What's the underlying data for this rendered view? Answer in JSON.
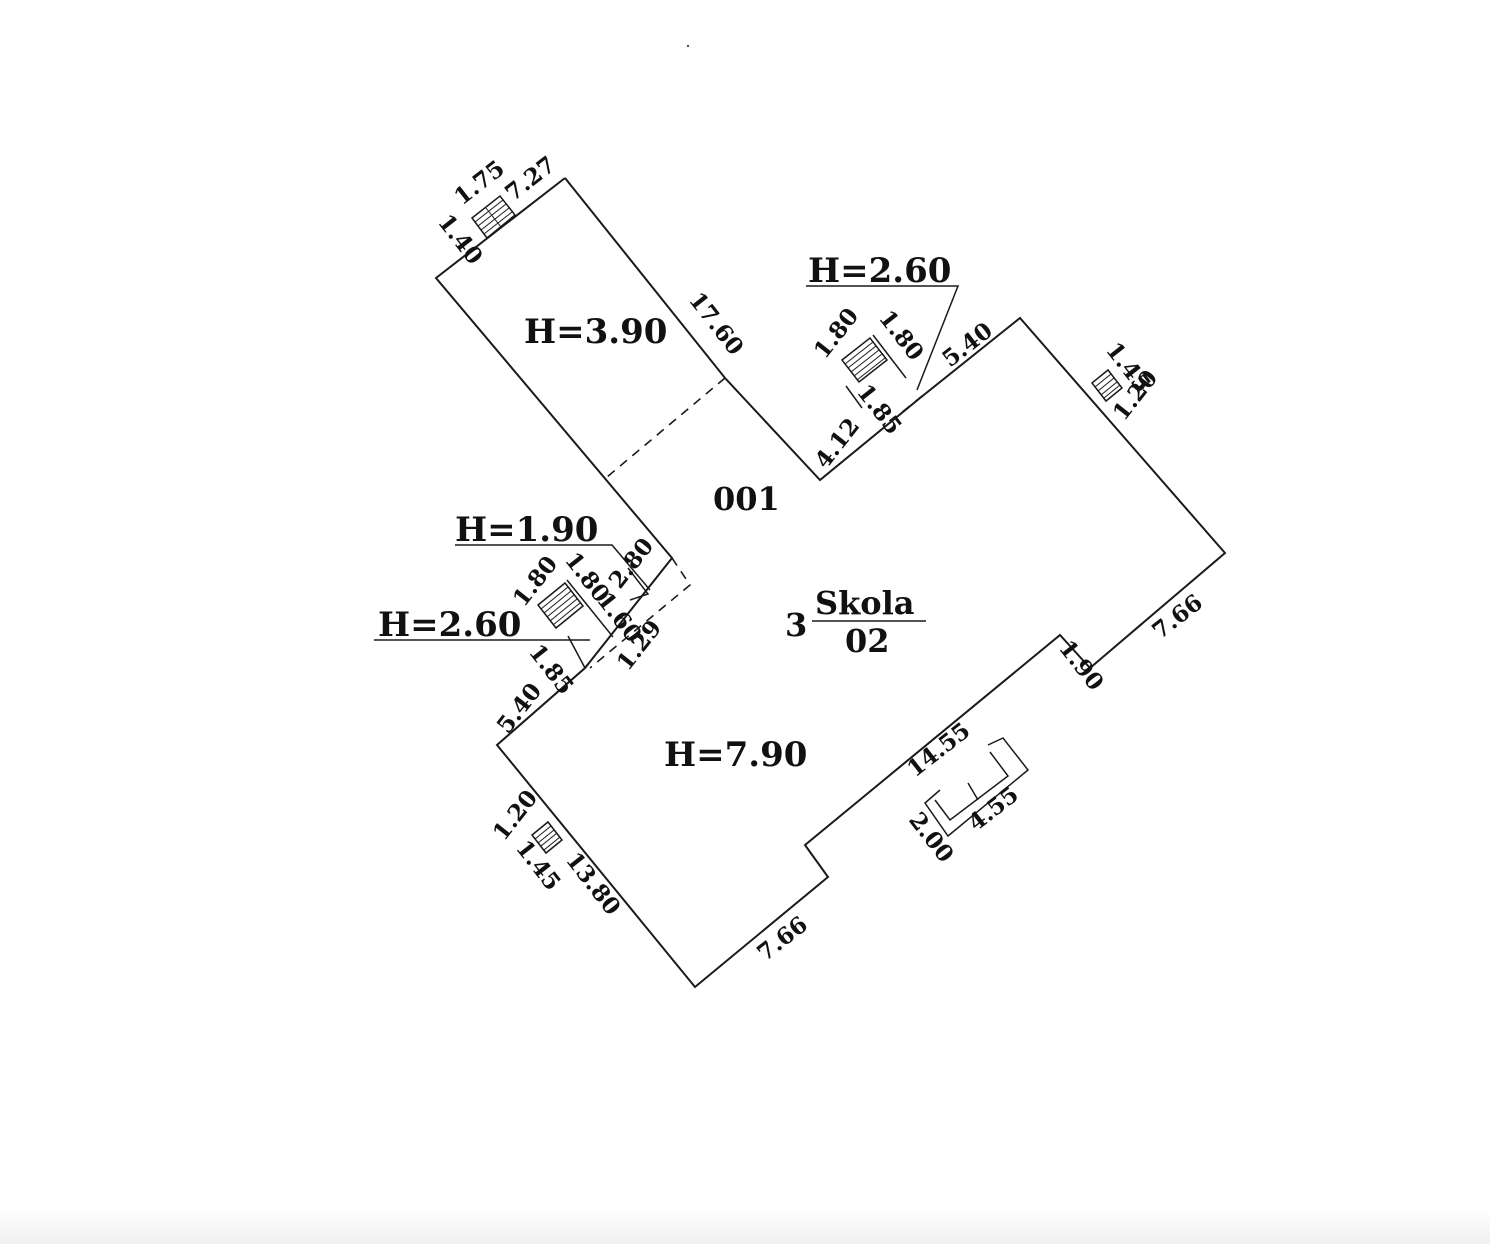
{
  "plan": {
    "building_code": "001",
    "parcel_number": "3",
    "parcel_name": "Skola",
    "parcel_code": "02",
    "heights": {
      "wing": "H=3.90",
      "main": "H=7.90",
      "upper_porch": "H=2.60",
      "left_porch_upper": "H=1.90",
      "left_porch_lower": "H=2.60"
    },
    "dimensions": {
      "wing_top": "7.27",
      "wing_right": "17.60",
      "top_stair_w": "1.75",
      "top_stair_d": "1.40",
      "main_top": "5.40",
      "porch_w1": "1.80",
      "porch_w2": "1.80",
      "porch_d": "1.85",
      "wing_foot": "4.12",
      "right_stair_w": "1.45",
      "right_stair_d": "1.20",
      "main_right": "7.66",
      "recess_depth": "1.90",
      "recess_length": "14.55",
      "small_room_w": "2.00",
      "small_room_l": "4.55",
      "main_bottom": "7.66",
      "main_left": "13.80",
      "bottom_stair_w": "1.20",
      "bottom_stair_d": "1.45",
      "main_left_top": "5.40",
      "left_porch_d": "1.85",
      "left_porch_w1": "1.80",
      "left_porch_w2": "1.80",
      "left_porch_inner": "1.60",
      "left_porch_out": "2.80",
      "left_porch_base": "1.29"
    }
  }
}
